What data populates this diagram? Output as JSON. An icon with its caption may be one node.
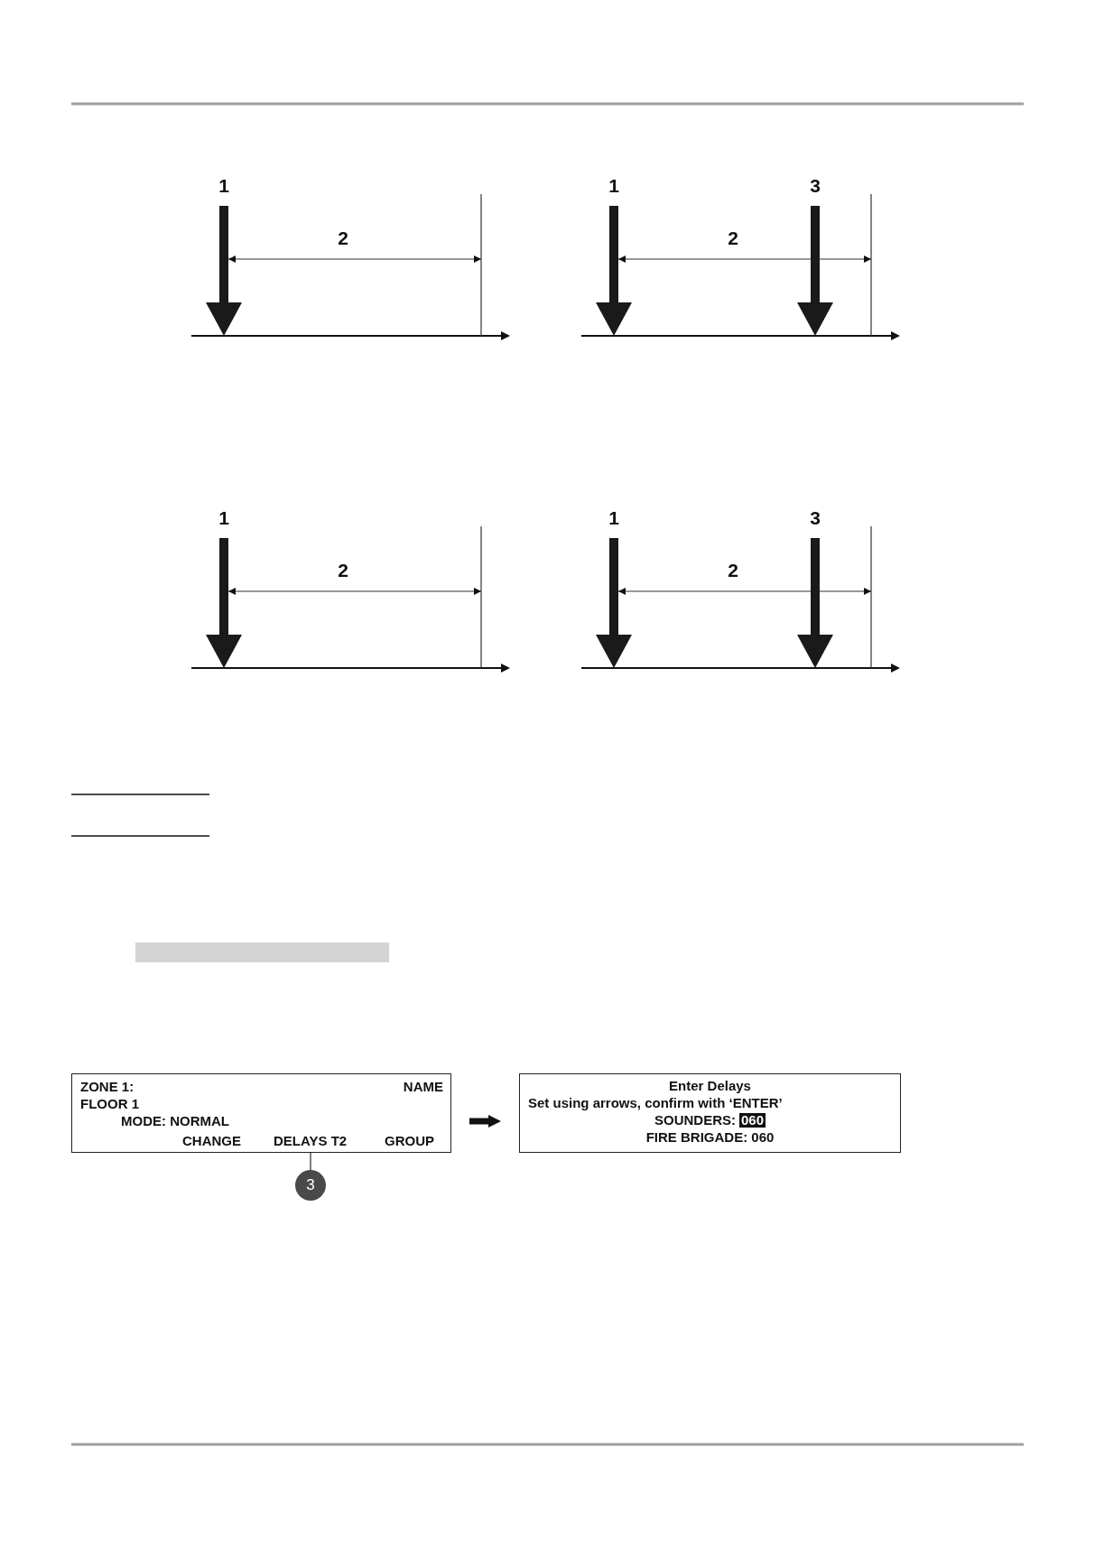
{
  "diagram": {
    "nodes": [
      {
        "text": [
          "ZONE 1:",
          "NAME",
          "FLOOR 1",
          "MODE: NORMAL",
          "CHANGE",
          "DELAYS T2",
          "GROUP"
        ]
      },
      {
        "text": [
          "Enter Delays",
          "Set using arrows, confirm with ‘ENTER’",
          "SOUNDERS:",
          "060",
          "FIRE BRIGADE: 060"
        ]
      },
      {
        "text": [
          "3"
        ]
      }
    ],
    "edges": [
      {
        "from": 0,
        "to": 1,
        "arrow": "to",
        "style": "thick"
      },
      {
        "from": 2,
        "to": 0,
        "arrow": "none"
      }
    ],
    "labels": [
      "1",
      "2",
      "1",
      "3",
      "2",
      "1",
      "2",
      "1",
      "3",
      "2"
    ]
  }
}
